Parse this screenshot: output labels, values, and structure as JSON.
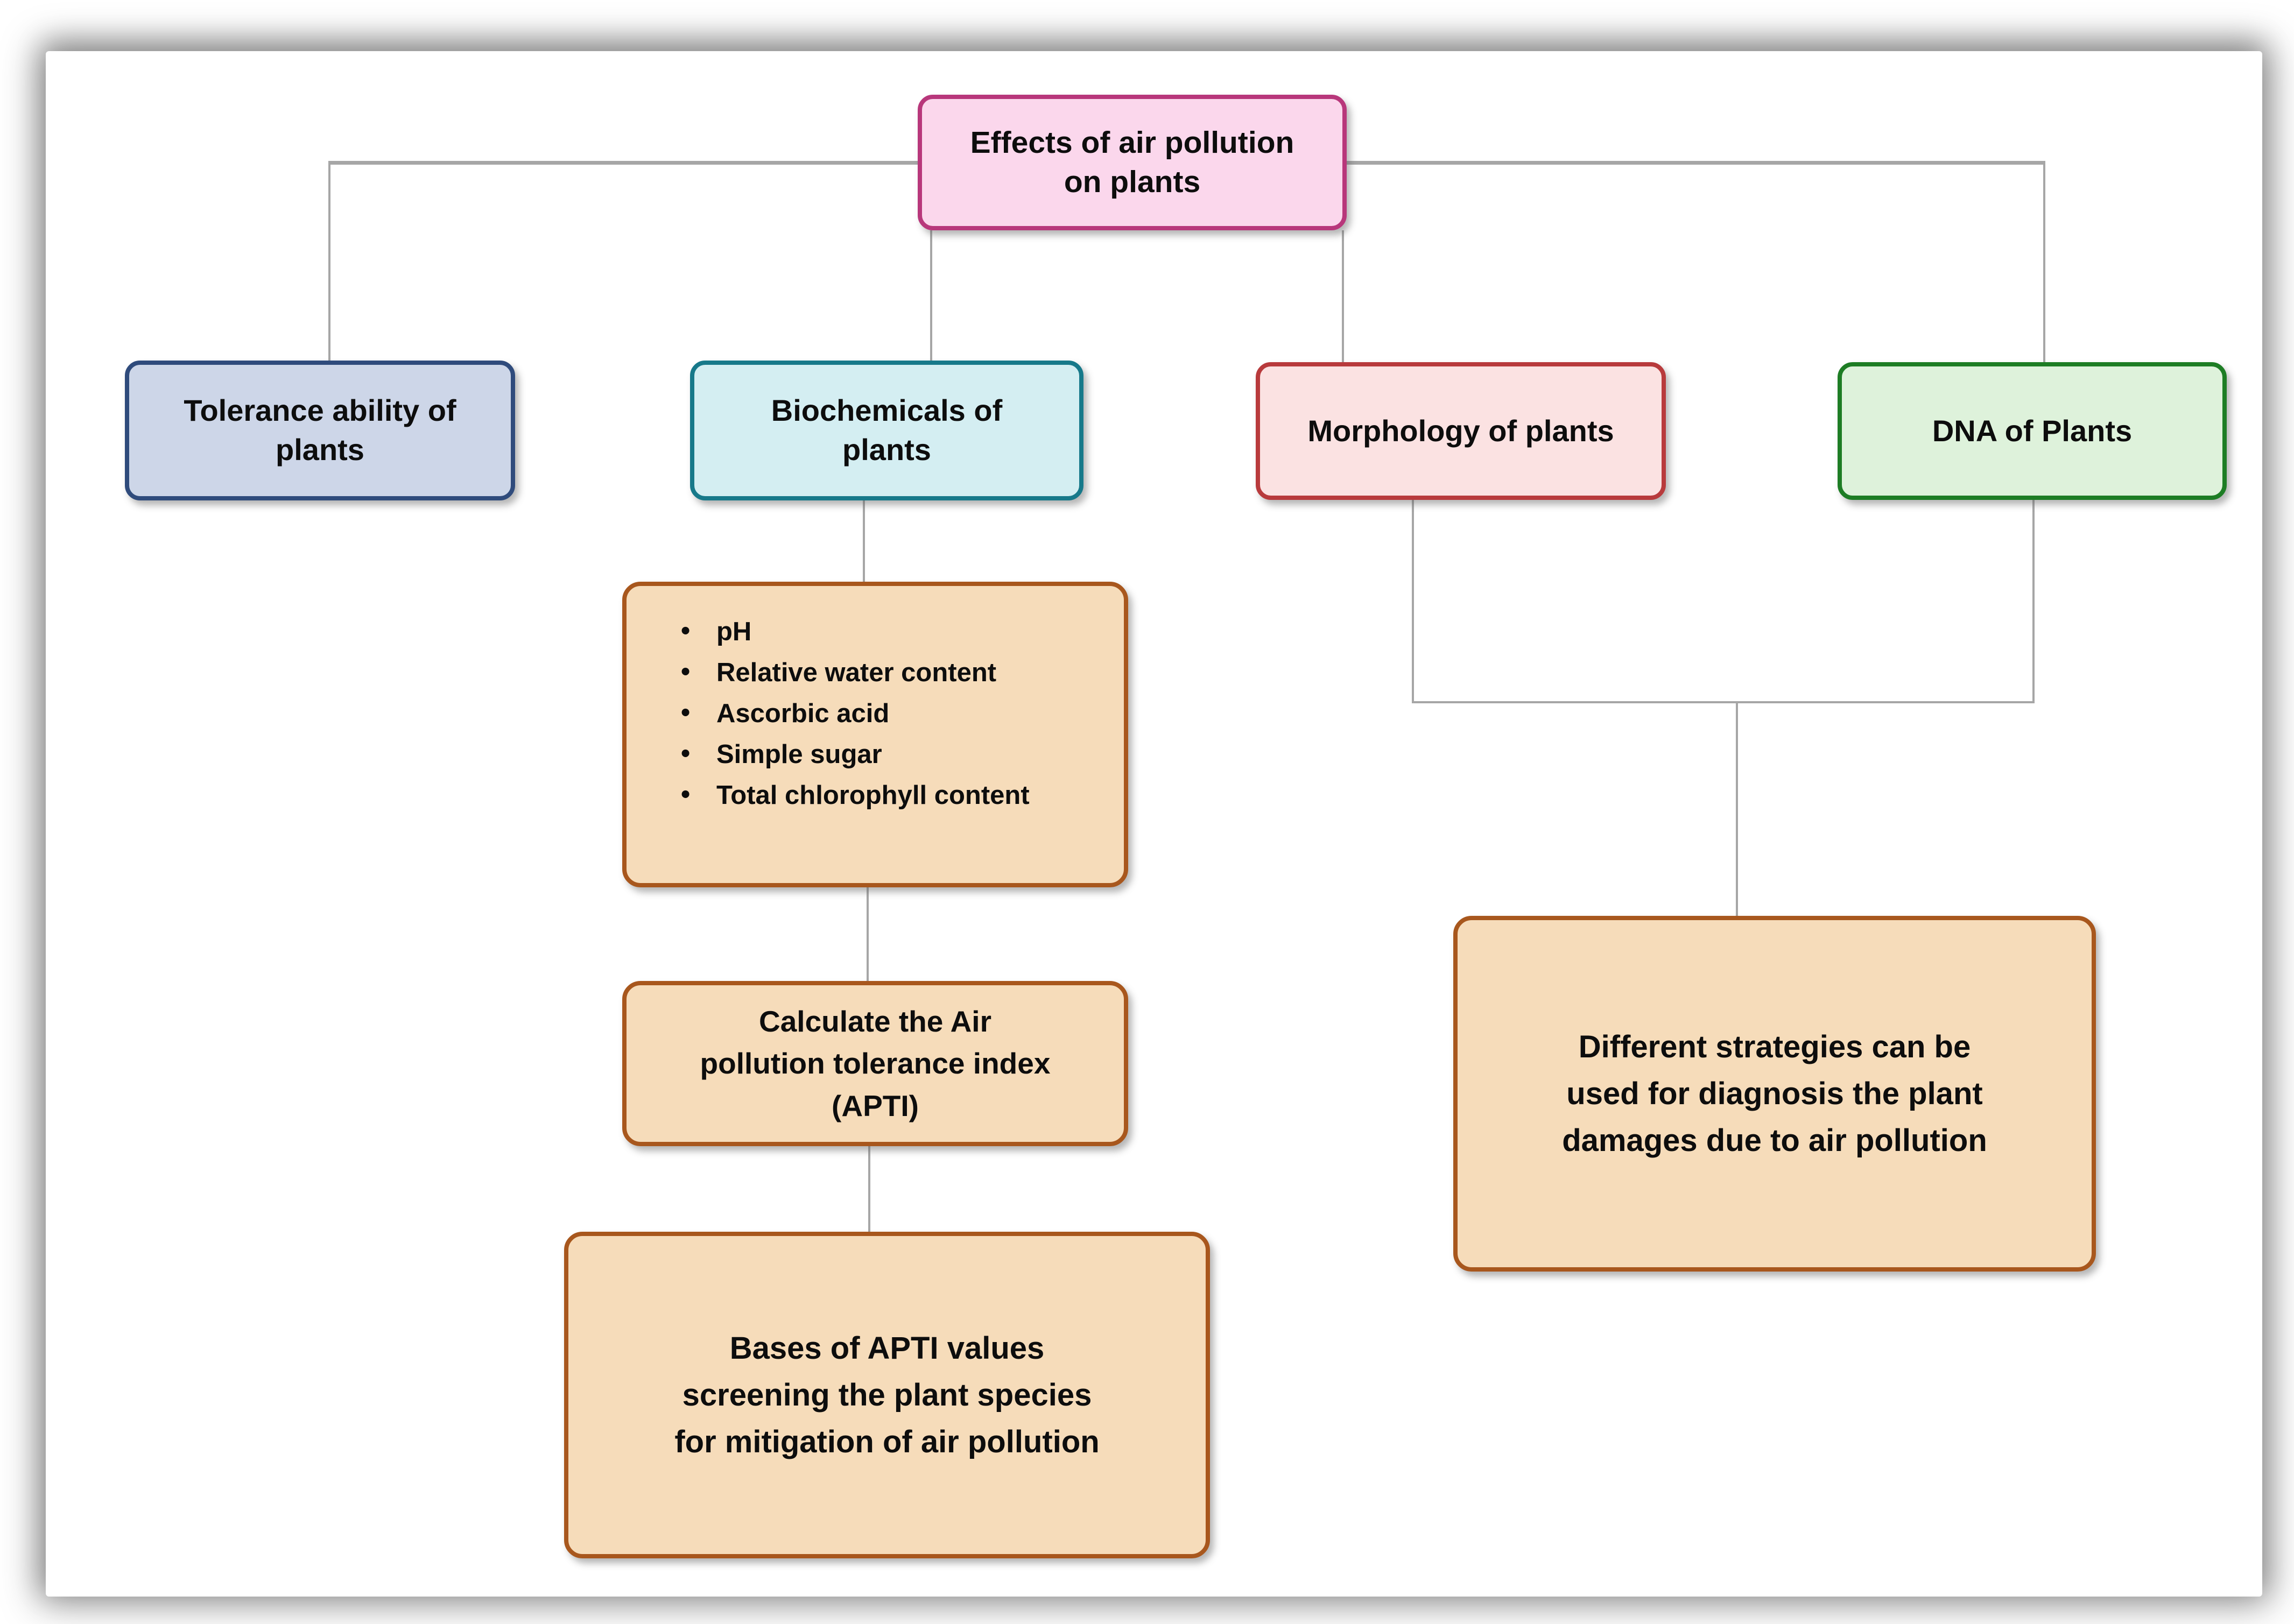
{
  "diagram_title": "Effects of air pollution on plants",
  "connector_color": "#a6a6a6",
  "nodes": {
    "effects": {
      "lines": [
        "Effects of air pollution",
        "on plants"
      ],
      "fill": "#fbd7ec",
      "border": "#b8377b"
    },
    "tolerance": {
      "lines": [
        "Tolerance ability of",
        "plants"
      ],
      "fill": "#cdd6e8",
      "border": "#2f4b7c"
    },
    "biochemicals": {
      "lines": [
        "Biochemicals of",
        "plants"
      ],
      "fill": "#d4eef2",
      "border": "#17798a"
    },
    "morphology": {
      "lines": [
        "Morphology of plants"
      ],
      "fill": "#fbe2e2",
      "border": "#b83a3c"
    },
    "dna": {
      "lines": [
        "DNA of Plants"
      ],
      "fill": "#def2db",
      "border": "#1d7d24"
    },
    "biochemical_parameters": {
      "items": [
        "pH",
        "Relative water content",
        "Ascorbic acid",
        "Simple sugar",
        "Total chlorophyll content"
      ],
      "fill": "#f6dcba",
      "border": "#a8571d"
    },
    "apti": {
      "lines": [
        "Calculate the Air",
        "pollution tolerance index",
        "(APTI)"
      ],
      "fill": "#f6dcba",
      "border": "#a8571d"
    },
    "bases": {
      "lines": [
        "Bases of APTI values",
        "screening the plant species",
        "for mitigation of air pollution"
      ],
      "fill": "#f6dcba",
      "border": "#a8571d"
    },
    "strategies": {
      "lines": [
        "Different strategies can be",
        "used for diagnosis the plant",
        "damages due to air pollution"
      ],
      "fill": "#f6dcba",
      "border": "#a8571d"
    }
  }
}
